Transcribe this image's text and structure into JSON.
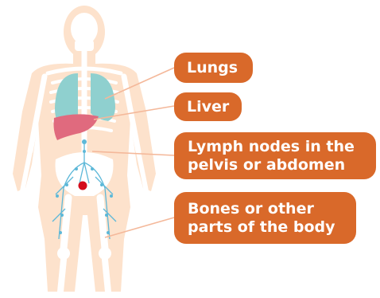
{
  "colors": {
    "callout_bg": "#d9692a",
    "callout_text": "#ffffff",
    "skin": "#fde2cc",
    "bone": "#ffffff",
    "lungs": "#8fd0cf",
    "liver": "#e06a7e",
    "lymph": "#5db8d8",
    "lymph_node_highlight": "#d40d1c",
    "leader_line": "#f4b89a"
  },
  "callouts": [
    {
      "id": "lungs",
      "label": "Lungs"
    },
    {
      "id": "liver",
      "label": "Liver"
    },
    {
      "id": "lymph",
      "label": "Lymph nodes in the\npelvis or abdomen"
    },
    {
      "id": "bones",
      "label": "Bones or other\nparts of the body"
    }
  ]
}
